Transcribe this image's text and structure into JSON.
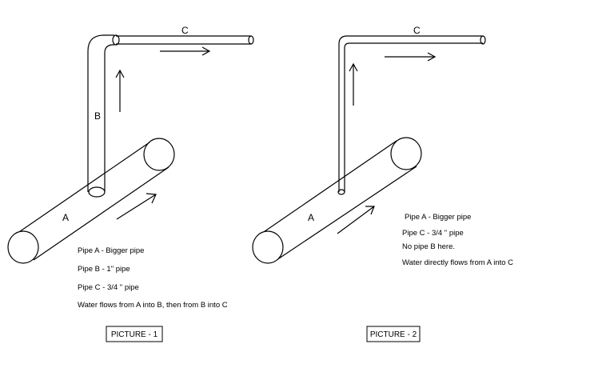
{
  "picture1": {
    "labels": {
      "pipe_a": "A",
      "pipe_b": "B",
      "pipe_c": "C"
    },
    "notes": [
      "Pipe A - Bigger pipe",
      "Pipe B - 1\" pipe",
      "Pipe C - 3/4 \" pipe",
      "Water flows from A into B, then from B into C"
    ],
    "caption": "PICTURE - 1"
  },
  "picture2": {
    "labels": {
      "pipe_a": "A",
      "pipe_c": "C"
    },
    "notes": [
      "Pipe A - Bigger pipe",
      "Pipe C - 3/4 \" pipe",
      "No pipe B here.",
      "Water directly flows from A into C"
    ],
    "caption": "PICTURE - 2"
  }
}
